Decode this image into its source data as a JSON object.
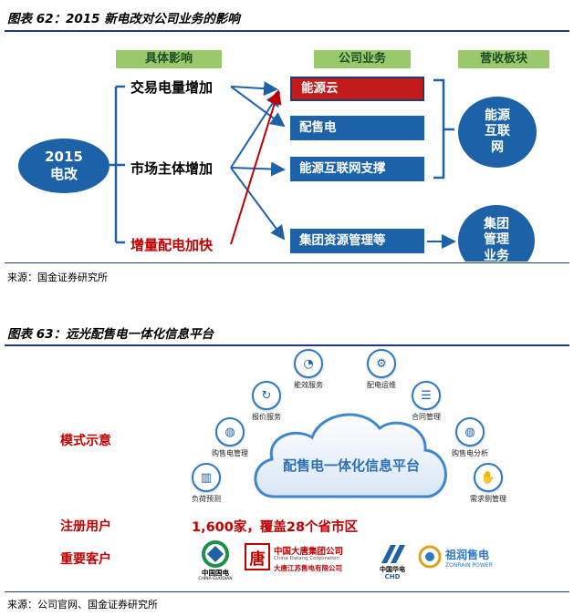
{
  "fig62": {
    "title": "图表 62：2015 新电改对公司业务的影响",
    "headers": {
      "impact": "具体影响",
      "business": "公司业务",
      "revenue": "营收板块"
    },
    "reform": "2015\n电改",
    "impacts": [
      "交易电量增加",
      "市场主体增加",
      "增量配电加快"
    ],
    "businesses": [
      "能源云",
      "配售电",
      "能源互联网支撑",
      "集团资源管理等"
    ],
    "segments": [
      "能源\n互联\n网",
      "集团\n管理\n业务"
    ],
    "source": "来源：国金证券研究所",
    "colors": {
      "blue": "#1d62a8",
      "red": "#c00000",
      "green_header": "#9ac96b"
    }
  },
  "fig63": {
    "title": "图表 63：远光配售电一体化信息平台",
    "labels": {
      "mode": "模式示意",
      "users": "注册用户",
      "clients": "重要客户"
    },
    "users_value": "1,600家，覆盖28个省市区",
    "cloud_text": "配售电一体化信息平台",
    "services": [
      "能效服务",
      "配电运维",
      "报价服务",
      "合同管理",
      "购售电管理",
      "购售电分析",
      "负荷预测",
      "需求侧管理"
    ],
    "service_icons": [
      "gauge-icon",
      "wrench-icon",
      "quote-icon",
      "document-icon",
      "globe-icon",
      "globe-chart-icon",
      "bar-chart-icon",
      "handshake-icon"
    ],
    "clients": [
      {
        "name": "中国国电",
        "sub": "CHINA GUODIAN"
      },
      {
        "name": "中国大唐集团公司",
        "sub": "China Datang Corporation",
        "sub2": "大唐江苏售电有限公司"
      },
      {
        "name": "中国华电",
        "sub": "CHD"
      },
      {
        "name": "祖润售电",
        "sub": "ZONRAIN POWER"
      }
    ],
    "source": "来源：公司官网、国金证券研究所"
  }
}
